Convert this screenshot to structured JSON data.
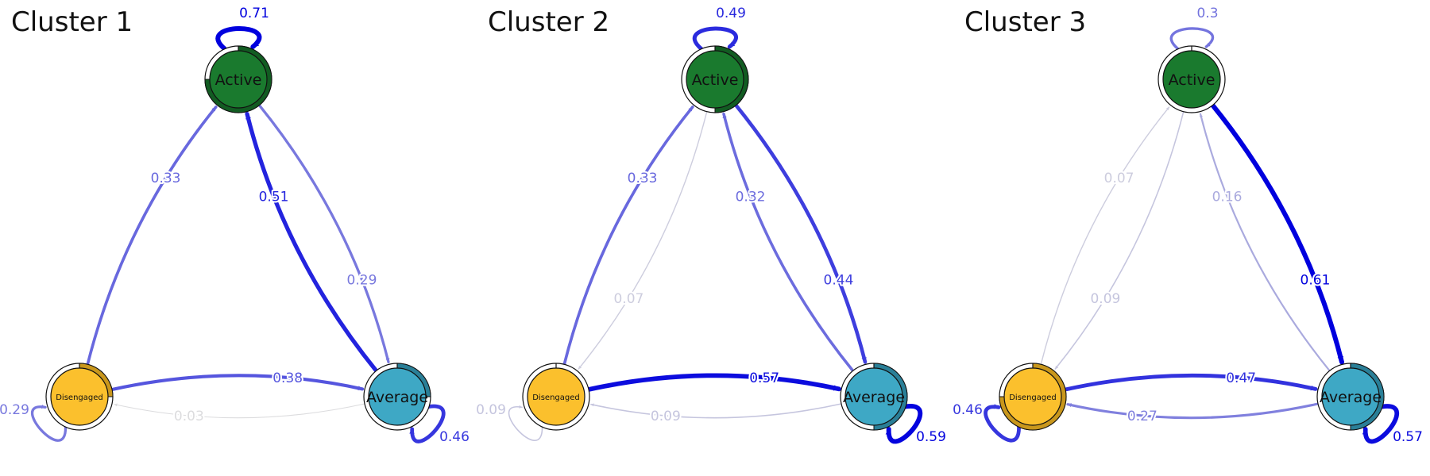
{
  "states": [
    {
      "id": "active",
      "label": "Active",
      "color": "#1a7a2e",
      "dark": "#125c22"
    },
    {
      "id": "disengaged",
      "label": "Disengaged",
      "color": "#fbc02d",
      "dark": "#c9971c"
    },
    {
      "id": "average",
      "label": "Average",
      "color": "#3ea8c5",
      "dark": "#2a7f97"
    }
  ],
  "clusters": [
    {
      "title": "Cluster 1",
      "pie": {
        "active": 0.75,
        "disengaged": 0.25,
        "average": 0.25
      },
      "edges": [
        {
          "from": "active",
          "to": "active",
          "label": "0.71"
        },
        {
          "from": "disengaged",
          "to": "disengaged",
          "label": "0.29"
        },
        {
          "from": "average",
          "to": "average",
          "label": "0.46"
        },
        {
          "from": "disengaged",
          "to": "active",
          "label": "0.33"
        },
        {
          "from": "average",
          "to": "active",
          "label": "0.51"
        },
        {
          "from": "active",
          "to": "average",
          "label": "0.29"
        },
        {
          "from": "disengaged",
          "to": "average",
          "label": "0.38"
        },
        {
          "from": "average",
          "to": "disengaged",
          "label": "0.03"
        }
      ]
    },
    {
      "title": "Cluster 2",
      "pie": {
        "active": 0.5,
        "disengaged": 0.0,
        "average": 0.5
      },
      "edges": [
        {
          "from": "active",
          "to": "active",
          "label": "0.49"
        },
        {
          "from": "disengaged",
          "to": "disengaged",
          "label": "0.09"
        },
        {
          "from": "average",
          "to": "average",
          "label": "0.59"
        },
        {
          "from": "disengaged",
          "to": "active",
          "label": "0.33"
        },
        {
          "from": "active",
          "to": "disengaged",
          "label": "0.07"
        },
        {
          "from": "average",
          "to": "active",
          "label": "0.32"
        },
        {
          "from": "active",
          "to": "average",
          "label": "0.44"
        },
        {
          "from": "disengaged",
          "to": "average",
          "label": "0.57"
        },
        {
          "from": "average",
          "to": "disengaged",
          "label": "0.09"
        }
      ]
    },
    {
      "title": "Cluster 3",
      "pie": {
        "active": 0.0,
        "disengaged": 0.75,
        "average": 0.5
      },
      "edges": [
        {
          "from": "active",
          "to": "active",
          "label": "0.3"
        },
        {
          "from": "disengaged",
          "to": "disengaged",
          "label": "0.46"
        },
        {
          "from": "average",
          "to": "average",
          "label": "0.57"
        },
        {
          "from": "active",
          "to": "disengaged",
          "label": "0.09"
        },
        {
          "from": "disengaged",
          "to": "active",
          "label": "0.07"
        },
        {
          "from": "active",
          "to": "average",
          "label": "0.61"
        },
        {
          "from": "average",
          "to": "active",
          "label": "0.16"
        },
        {
          "from": "average",
          "to": "disengaged",
          "label": "0.27"
        },
        {
          "from": "disengaged",
          "to": "average",
          "label": "0.47"
        }
      ]
    }
  ]
}
